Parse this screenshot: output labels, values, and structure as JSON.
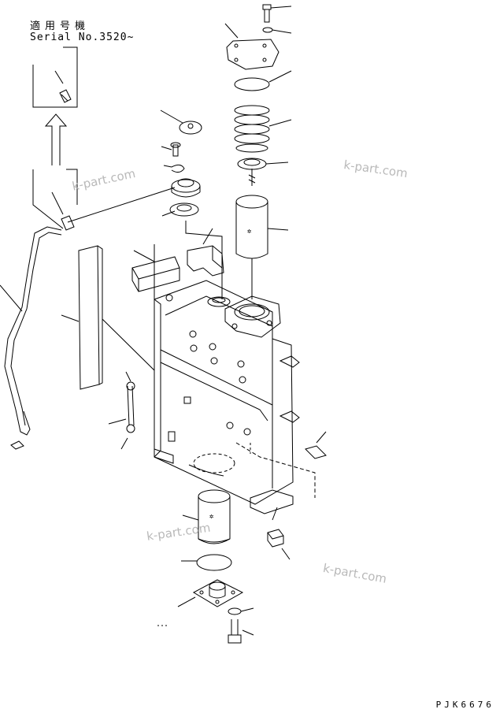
{
  "applicability_label": "適用号機",
  "serial_label": "Serial No.3520~",
  "watermarks": [
    "k-part.com",
    "k-part.com",
    "k-part.com",
    "k-part.com"
  ],
  "drawing_code": "PJK6676",
  "parts": [
    "bolt-top",
    "washer-top",
    "cover",
    "gasket-cover",
    "spring",
    "spring-seat",
    "filter-element-upper",
    "bypass-valve-plate",
    "screw",
    "lock-washer",
    "flange",
    "flange-gasket",
    "foam-block",
    "bracket",
    "case-top",
    "hydraulic-tank",
    "pipe",
    "sight-gauge",
    "plate",
    "band",
    "mount-clip",
    "filter-element-lower",
    "oring",
    "drain-flange",
    "drain-washer",
    "drain-bolt",
    "cushion"
  ]
}
